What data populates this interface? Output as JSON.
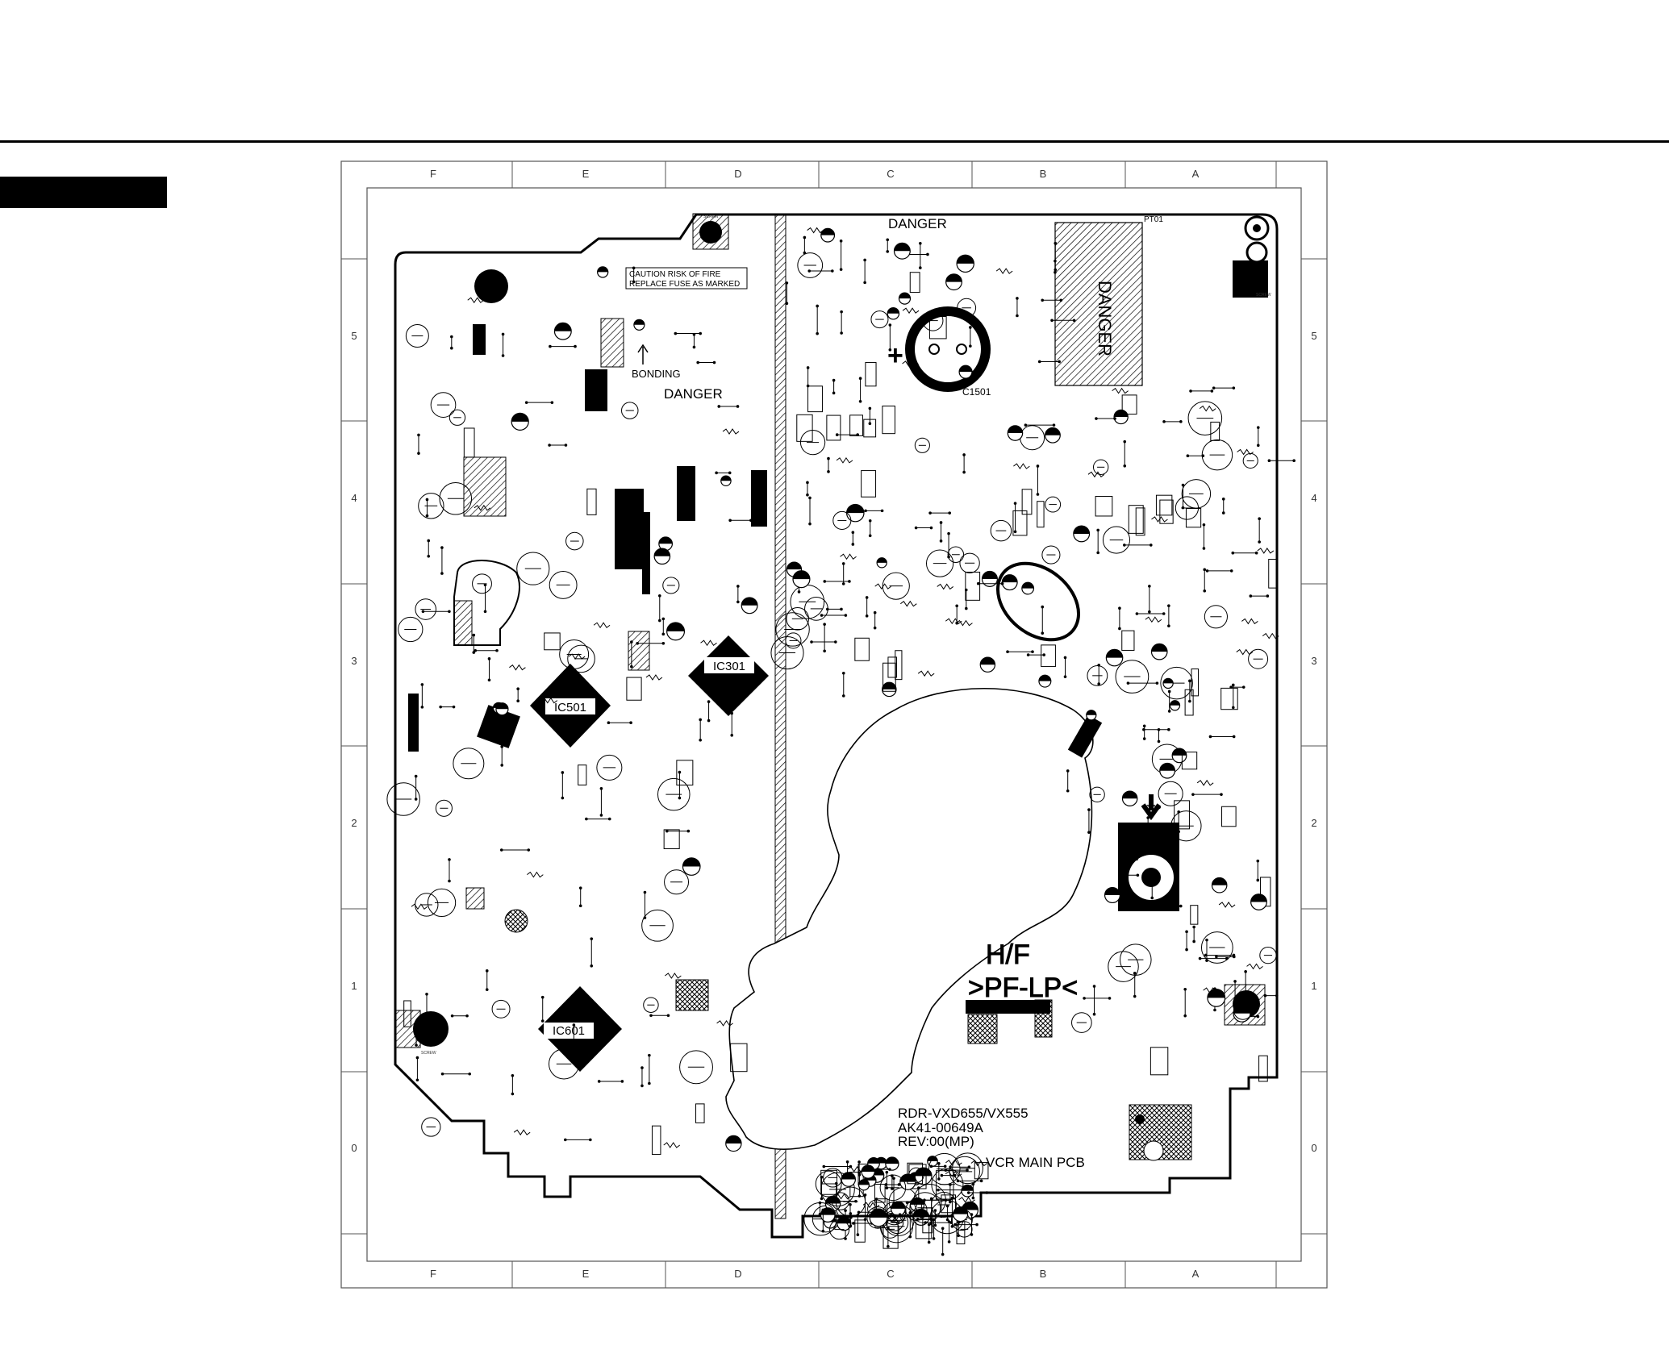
{
  "grid": {
    "columns": [
      "F",
      "E",
      "D",
      "C",
      "B",
      "A"
    ],
    "rows": [
      "5",
      "4",
      "3",
      "2",
      "1",
      "0"
    ]
  },
  "board": {
    "model_line": "RDR-VXD655/VX555",
    "part_number": "AK41-00649A",
    "revision": "REV:00(MP)",
    "pcb_name": "VCR MAIN PCB",
    "head_marks": [
      "H/F",
      ">PF-LP<"
    ]
  },
  "labels": {
    "danger": "DANGER",
    "caution_line1": "CAUTION   RISK OF FIRE",
    "caution_line2": "REPLACE FUSE AS MARKED",
    "bonding": "BONDING",
    "screw": "SCREW",
    "ic501": "IC501",
    "ic301": "IC301",
    "ic601": "IC601",
    "c1501": "C1501",
    "pt01": "PT01",
    "plus": "+"
  },
  "colors": {
    "ink": "#000000",
    "paper": "#ffffff",
    "grid_line": "#555555"
  }
}
